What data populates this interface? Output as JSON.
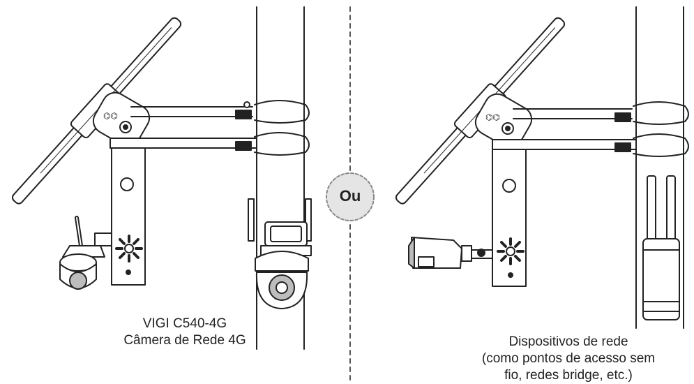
{
  "separator_label": "Ou",
  "left": {
    "caption_line1": "VIGI C540-4G",
    "caption_line2": "Câmera de Rede 4G"
  },
  "right": {
    "caption_line1": "Dispositivos de rede",
    "caption_line2": "(como pontos de acesso sem",
    "caption_line3": "fio, redes bridge, etc.)"
  },
  "colors": {
    "line": "#222222",
    "fill": "#ffffff",
    "shade": "#bdbdbd",
    "dash": "#555555"
  }
}
